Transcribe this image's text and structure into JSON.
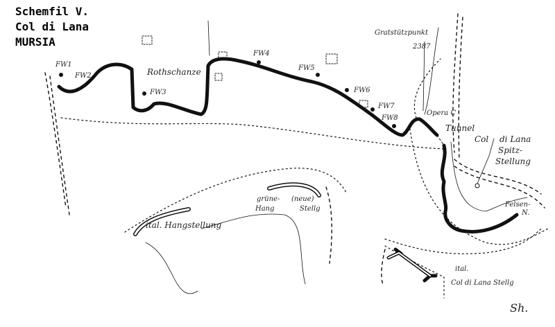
{
  "header": {
    "line1": "Schemfil V.",
    "line2": "Col di Lana",
    "line3": "MURSIA"
  },
  "labels": {
    "fw1": "FW1",
    "fw2": "FW2",
    "fw3": "FW3",
    "fw4": "FW4",
    "fw5": "FW5",
    "fw6": "FW6",
    "fw7": "FW7",
    "fw8": "FW8",
    "rothschanze": "Rothschanze",
    "gratstuetzpunkt": "Gratstützpunkt",
    "elevation": "2387",
    "opera_c": "Opera C",
    "tunnel": "Tunnel",
    "col": "Col",
    "di_lana": "di Lana",
    "spitz": "Spitz-",
    "stellung": "Stellung",
    "felsen": "Felsen-",
    "felsen_n": "N.",
    "ital_hang": "ital. Hangstellung",
    "gruene": "grüne-",
    "hang": "Hang",
    "neue": "(neue)",
    "stellg": "Stellg",
    "ital": "ital.",
    "col_di_lana_stellg": "Col di Lana Stellg",
    "signature": "Sh."
  },
  "colors": {
    "ink": "#111111",
    "paper": "#ffffff"
  }
}
